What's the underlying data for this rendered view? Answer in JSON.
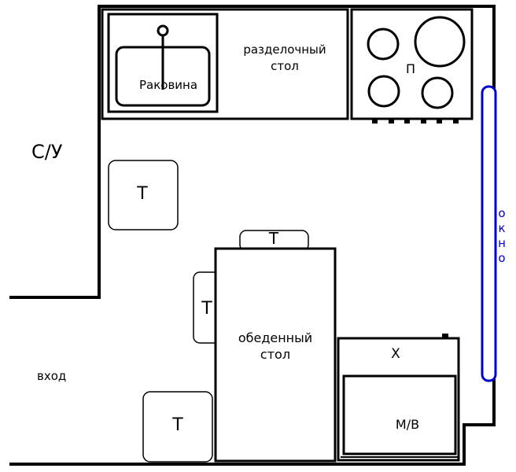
{
  "labels": {
    "bathroom": "С/У",
    "entrance": "вход",
    "sink": "Раковина",
    "cutting_table_line1": "разделочный",
    "cutting_table_line2": "стол",
    "stove": "П",
    "dining_table_line1": "обеденный",
    "dining_table_line2": "стол",
    "fridge": "Х",
    "microwave": "М/В",
    "window": "окно",
    "stool": "Т"
  },
  "colors": {
    "walls": "#000000",
    "window": "#0000cc",
    "background": "#ffffff"
  }
}
